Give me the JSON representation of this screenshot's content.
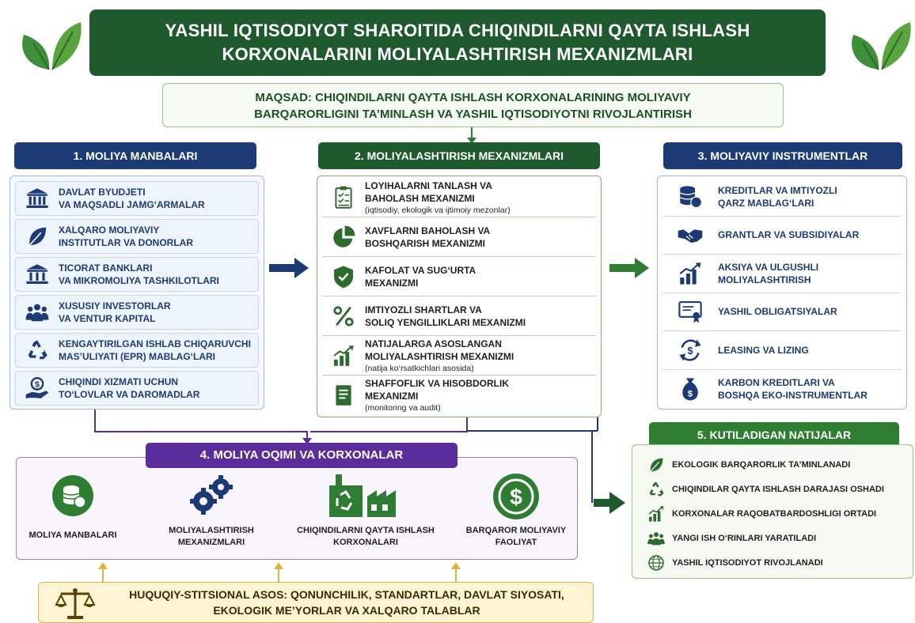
{
  "title": {
    "line1": "YASHIL IQTISODIYOT SHAROITIDA CHIQINDILARNI QAYTA ISHLASH",
    "line2": "KORXONALARINI MOLIYALASHTIRISH MEXANIZMLARI"
  },
  "goal": {
    "line1": "MAQSAD: CHIQINDILARNI QAYTA ISHLASH KORXONALARINING MOLIYAVIY",
    "line2": "BARQARORLIGINI TA’MINLASH VA YASHIL IQTISODIYOTNI RIVOJLANTIRISH"
  },
  "sources": {
    "header": "1. MOLIYA MANBALARI",
    "items": [
      {
        "icon": "government-building-icon",
        "l1": "DAVLAT BYUDJETI",
        "l2": "VA MAQSADLI JAMG‘ARMALAR"
      },
      {
        "icon": "leaf-icon",
        "l1": "XALQARO MOLIYAVIY",
        "l2": "INSTITUTLAR VA DONORLAR"
      },
      {
        "icon": "bank-icon",
        "l1": "TICORAT BANKLARI",
        "l2": "VA MIKROMOLIYA TASHKILOTLARI"
      },
      {
        "icon": "investors-icon",
        "l1": "XUSUSIY INVESTORLAR",
        "l2": "VA VENTUR KAPITAL"
      },
      {
        "icon": "recycle-icon",
        "l1": "KENGAYTIRILGAN ISHLAB CHIQARUVCHI",
        "l2": "MAS’ULIYATI (EPR) MABLAG‘LARI"
      },
      {
        "icon": "money-hand-icon",
        "l1": "CHIQINDI XIZMATI UCHUN",
        "l2": "TO‘LOVLAR VA DAROMADLAR"
      }
    ]
  },
  "mechanisms": {
    "header": "2. MOLIYALASHTIRISH MEXANIZMLARI",
    "items": [
      {
        "icon": "checklist-icon",
        "l1": "LOYIHALARNI TANLASH VA",
        "l2": "BAHOLASH MEXANIZMI",
        "sub": "(iqtisodiy, ekologik va ijtimoiy mezonlar)"
      },
      {
        "icon": "pie-chart-icon",
        "l1": "XAVFLARNI BAHOLASH VA",
        "l2": "BOSHQARISH MEXANIZMI",
        "sub": ""
      },
      {
        "icon": "shield-check-icon",
        "l1": "KAFOLAT VA SUG‘URTA",
        "l2": "MEXANIZMI",
        "sub": ""
      },
      {
        "icon": "percent-icon",
        "l1": "IMTIYOZLI SHARTLAR VA",
        "l2": "SOLIQ YENGILLIKLARI MEXANIZMI",
        "sub": ""
      },
      {
        "icon": "growth-chart-icon",
        "l1": "NATIJALARGA ASOSLANGAN",
        "l2": "MOLIYALASHTIRISH MEXANIZMI",
        "sub": "(natija ko‘rsatkichlari asosida)"
      },
      {
        "icon": "document-icon",
        "l1": "SHAFFOFLIK VA HISOBDORLIK",
        "l2": "MEXANIZMI",
        "sub": "(monitoring va audit)"
      }
    ]
  },
  "instruments": {
    "header": "3. MOLIYAVIY INSTRUMENTLAR",
    "items": [
      {
        "icon": "coins-stack-icon",
        "l1": "KREDITLAR VA IMTIYOZLI",
        "l2": "QARZ MABLAG‘LARI"
      },
      {
        "icon": "handshake-icon",
        "l1": "GRANTLAR VA SUBSIDIYALAR",
        "l2": ""
      },
      {
        "icon": "bar-growth-icon",
        "l1": "AKSIYA VA ULGUSHLI",
        "l2": "MOLIYALASHTIRISH"
      },
      {
        "icon": "certificate-icon",
        "l1": "YASHIL OBLIGATSIYALAR",
        "l2": ""
      },
      {
        "icon": "refresh-dollar-icon",
        "l1": "LEASING VA LIZING",
        "l2": ""
      },
      {
        "icon": "money-bag-icon",
        "l1": "KARBON KREDITLARI VA",
        "l2": "BOSHQA EKO-INSTRUMENTLAR"
      }
    ]
  },
  "flow": {
    "header": "4. MOLIYA OQIMI VA KORXONALAR",
    "steps": [
      {
        "icon": "coins-circle-icon",
        "l1": "MOLIYA MANBALARI",
        "l2": ""
      },
      {
        "icon": "gears-icon",
        "l1": "MOLIYALASHTIRISH",
        "l2": "MEXANIZMLARI"
      },
      {
        "icon": "recycling-factory-icon",
        "l1": "CHIQINDILARNI QAYTA ISHLASH",
        "l2": "KORXONALARI"
      },
      {
        "icon": "dollar-circle-icon",
        "l1": "BARQAROR MOLIYAVIY",
        "l2": "FAOLIYAT"
      }
    ]
  },
  "results": {
    "header": "5. KUTILADIGAN NATIJALAR",
    "items": [
      {
        "icon": "leaf-icon",
        "text": "EKOLOGIK BARQARORLIK TA’MINLANADI"
      },
      {
        "icon": "recycle-icon",
        "text": "CHIQINDILAR QAYTA ISHLASH DARAJASI OSHADI"
      },
      {
        "icon": "bar-growth-icon",
        "text": "KORXONALAR RAQOBATBARDOSHLIGI ORTADI"
      },
      {
        "icon": "people-icon",
        "text": "YANGI ISH O‘RINLARI YARATILADI"
      },
      {
        "icon": "globe-icon",
        "text": "YASHIL IQTISODIYOT RIVOJLANADI"
      }
    ]
  },
  "legal": {
    "icon": "scales-icon",
    "line1": "HUQUQIY-STITSIONAL ASOS: QONUNCHILIK, STANDARTLAR, DAVLAT SIYOSATI,",
    "line2": "EKOLOGIK ME’YORLAR VA XALQARO TALABLAR"
  },
  "colors": {
    "dark_green": "#1f5a2e",
    "green": "#2e7d32",
    "navy": "#1c3a73",
    "purple": "#5b2d9b",
    "gold": "#e0b43a",
    "cream": "#fdf4d3"
  }
}
